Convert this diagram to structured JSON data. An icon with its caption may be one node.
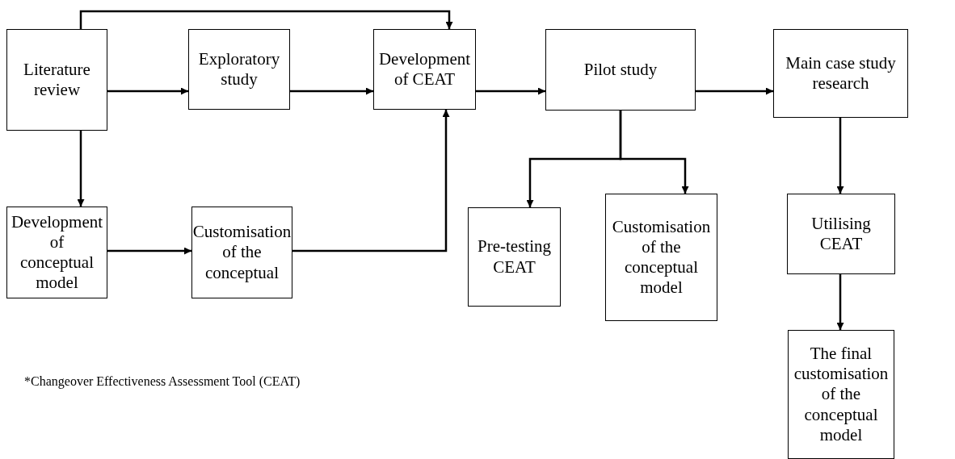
{
  "diagram": {
    "nodes": [
      {
        "text": [
          "Literature review"
        ]
      },
      {
        "text": [
          "Exploratory study"
        ]
      },
      {
        "text": [
          "Development of CEAT"
        ]
      },
      {
        "text": [
          "Pilot study"
        ]
      },
      {
        "text": [
          "Main case study research"
        ]
      },
      {
        "text": [
          "Development of conceptual model"
        ]
      },
      {
        "text": [
          "Customisation of the conceptual"
        ]
      },
      {
        "text": [
          "Pre-testing CEAT"
        ]
      },
      {
        "text": [
          "Customisation of the conceptual model"
        ]
      },
      {
        "text": [
          "Utilising CEAT"
        ]
      },
      {
        "text": [
          "The final customisation of the conceptual model"
        ]
      }
    ],
    "edges": [
      {
        "from": 0,
        "to": 1,
        "arrow": "to"
      },
      {
        "from": 1,
        "to": 2,
        "arrow": "to"
      },
      {
        "from": 2,
        "to": 3,
        "arrow": "to"
      },
      {
        "from": 3,
        "to": 4,
        "arrow": "to"
      },
      {
        "from": 0,
        "to": 2,
        "arrow": "to"
      },
      {
        "from": 0,
        "to": 5,
        "arrow": "to"
      },
      {
        "from": 5,
        "to": 6,
        "arrow": "to"
      },
      {
        "from": 6,
        "to": 2,
        "arrow": "to"
      },
      {
        "from": 3,
        "to": 7,
        "arrow": "to"
      },
      {
        "from": 3,
        "to": 8,
        "arrow": "to"
      },
      {
        "from": 4,
        "to": 9,
        "arrow": "to"
      },
      {
        "from": 9,
        "to": 10,
        "arrow": "to"
      }
    ],
    "labels": [
      "*Changeover Effectiveness Assessment Tool (CEAT)"
    ]
  }
}
